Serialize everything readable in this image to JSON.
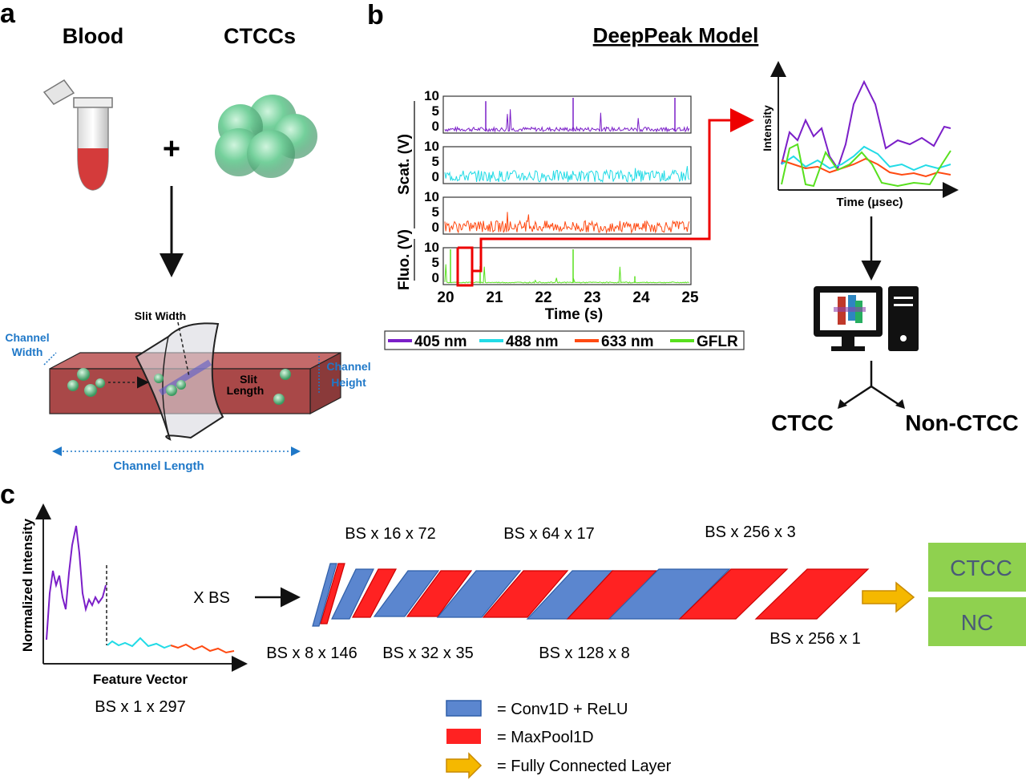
{
  "panel_a": {
    "letter": "a",
    "blood_label": "Blood",
    "ctccs_label": "CTCCs",
    "plus": "+",
    "slit_width": "Slit Width",
    "slit_length_1": "Slit",
    "slit_length_2": "Length",
    "channel_width_1": "Channel",
    "channel_width_2": "Width",
    "channel_height_1": "Channel",
    "channel_height_2": "Height",
    "channel_length": "Channel Length"
  },
  "panel_b": {
    "letter": "b",
    "title": "DeepPeak Model",
    "scat_label": "Scat. (V)",
    "fluo_label": "Fluo. (V)",
    "time_label": "Time (s)",
    "x_ticks": [
      "20",
      "21",
      "22",
      "23",
      "24",
      "25"
    ],
    "y_ticks": [
      "10",
      "5",
      "0"
    ],
    "legend": [
      {
        "label": "405 nm",
        "color": "#7b1fc8"
      },
      {
        "label": "488 nm",
        "color": "#22dbe6"
      },
      {
        "label": "633 nm",
        "color": "#ff4a12"
      },
      {
        "label": "GFLR",
        "color": "#58e01e"
      }
    ],
    "inset_ylabel": "Intensity",
    "inset_xlabel": "Time (μsec)",
    "out_ctcc": "CTCC",
    "out_nonctcc": "Non-CTCC"
  },
  "panel_c": {
    "letter": "c",
    "ylabel": "Normalized Intensity",
    "xlabel": "Feature Vector",
    "input_dim": "BS x 1 x 297",
    "times_bs": "X BS",
    "dims_top": [
      "BS x 16 x 72",
      "BS x 64 x 17",
      "BS x 256 x 3"
    ],
    "dims_bottom": [
      "BS x 8 x 146",
      "BS x 32 x 35",
      "BS x 128 x 8",
      "BS x 256 x 1"
    ],
    "out_ctcc": "CTCC",
    "out_nc": "NC",
    "legend": [
      {
        "label": "= Conv1D + ReLU"
      },
      {
        "label": "= MaxPool1D"
      },
      {
        "label": "= Fully Connected Layer"
      }
    ],
    "colors": {
      "conv": "#5b86cf",
      "pool": "#ff2222",
      "fc": "#f5b800",
      "out": "#8fd14f"
    }
  }
}
